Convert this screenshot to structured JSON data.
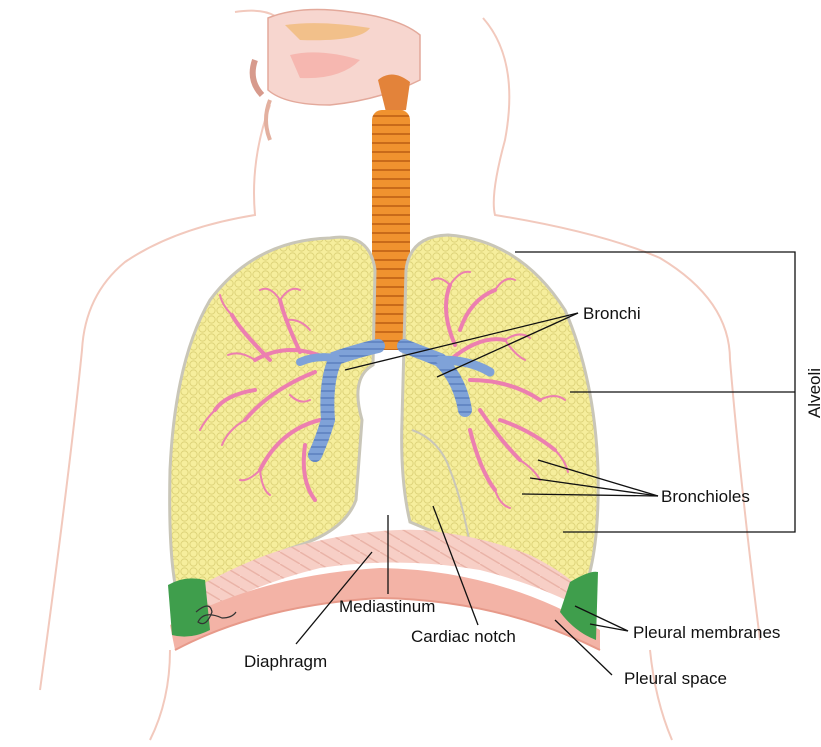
{
  "colors": {
    "lung_fill": "#f6ee9c",
    "lung_dots": "#ddd37a",
    "bronchioles": "#ec7fb0",
    "bronchi": "#7fa2d8",
    "trachea": "#f0922f",
    "pleural_membrane": "#3f9e4c",
    "diaphragm": "#f3b3a6",
    "body_outline": "#f2c9bd"
  },
  "icons": [
    "artist-signature"
  ],
  "labels": {
    "bronchi": "Bronchi",
    "alveoli": "Alveoli",
    "bronchioles": "Bronchioles",
    "mediastinum": "Mediastinum",
    "cardiac_notch": "Cardiac notch",
    "pleural_membranes": "Pleural membranes",
    "diaphragm": "Diaphragm",
    "pleural_space": "Pleural space"
  }
}
